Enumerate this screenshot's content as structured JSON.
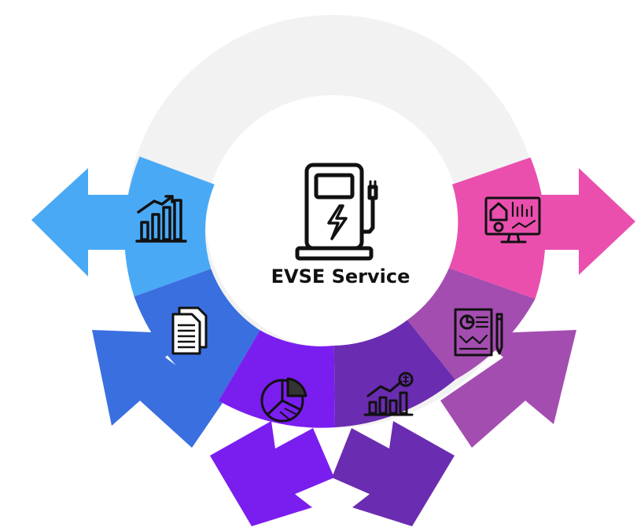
{
  "center": {
    "title": "EVSE Service",
    "icon": "ev-charging-station-icon"
  },
  "background_ring_color": "#f2f2f2",
  "segments": [
    {
      "name": "segment-top-left",
      "color": "#4aa9f5",
      "icon": "bar-chart-growth-icon"
    },
    {
      "name": "segment-left",
      "color": "#3a6fdf",
      "icon": "documents-icon"
    },
    {
      "name": "segment-bottom-left",
      "color": "#7a1ef0",
      "icon": "pie-chart-icon"
    },
    {
      "name": "segment-bottom-right",
      "color": "#6a2cb0",
      "icon": "financial-growth-icon"
    },
    {
      "name": "segment-right",
      "color": "#a44db0",
      "icon": "report-document-icon"
    },
    {
      "name": "segment-top-right",
      "color": "#ea4fae",
      "icon": "analytics-dashboard-icon"
    }
  ]
}
